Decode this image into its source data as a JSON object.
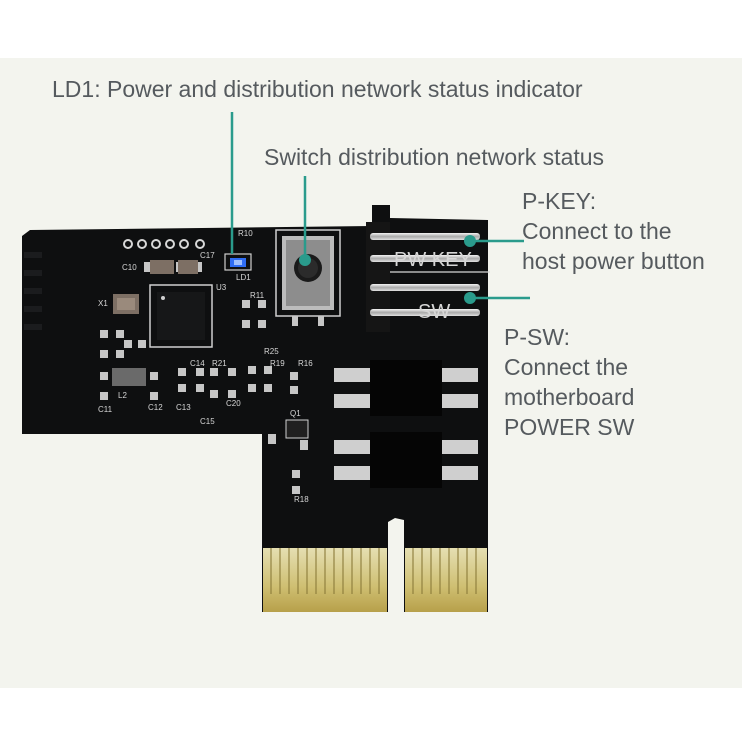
{
  "annotations": {
    "ld1": "LD1: Power and distribution network status indicator",
    "switch": "Switch distribution network status",
    "pkey_title": "P-KEY:",
    "pkey_line1": "Connect to the",
    "pkey_line2": "host power button",
    "psw_title": "P-SW:",
    "psw_line1": "Connect the",
    "psw_line2": "motherboard",
    "psw_line3": "POWER SW"
  },
  "silkscreen": {
    "header_top": "PW KEY",
    "header_bottom": "SW",
    "ld1": "LD1",
    "u3": "U3",
    "x1": "X1",
    "l2": "L2",
    "q1": "Q1",
    "r10": "R10",
    "r11": "R11",
    "r25": "R25",
    "r16": "R16",
    "r18": "R18",
    "r19": "R19",
    "c10": "C10",
    "c11": "C11",
    "c12": "C12",
    "c13": "C13",
    "c14": "C14",
    "c15": "C15",
    "c17": "C17",
    "r21": "R21",
    "c20": "C20"
  },
  "colors": {
    "background": "#f3f4ee",
    "pcb": "#0e0f10",
    "callout_line": "#2a9b8c",
    "gold": "#c9b66a",
    "led": "#2f6df5"
  }
}
